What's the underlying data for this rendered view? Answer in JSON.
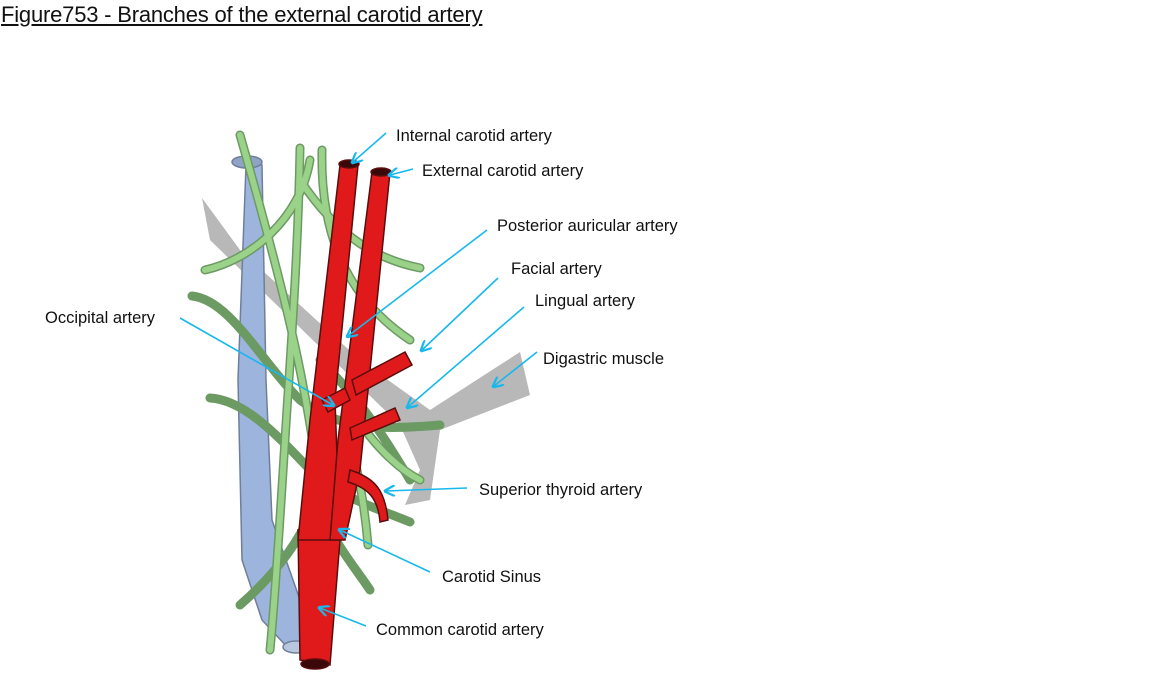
{
  "title": "Figure753 - Branches of the external carotid artery",
  "colors": {
    "artery": "#e01a1a",
    "vein": "#9db4dd",
    "nerve": "#8fc57f",
    "muscle": "#8a8a8a",
    "pointer": "#18b8ec"
  },
  "labels": {
    "internal_carotid": "Internal carotid artery",
    "external_carotid": "External carotid artery",
    "posterior_auricular": "Posterior auricular artery",
    "facial": "Facial artery",
    "lingual": "Lingual artery",
    "digastric": "Digastric muscle",
    "occipital": "Occipital artery",
    "superior_thyroid": "Superior thyroid artery",
    "carotid_sinus": "Carotid Sinus",
    "common_carotid": "Common carotid artery"
  }
}
